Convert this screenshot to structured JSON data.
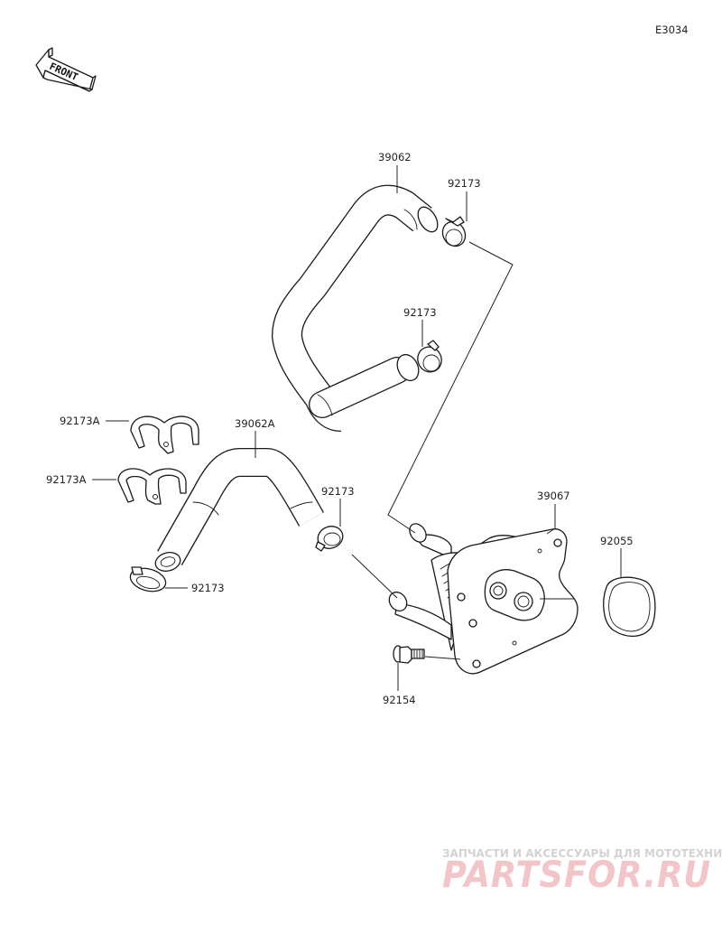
{
  "diagram_code": "E3034",
  "front_arrow_text": "FRONT",
  "parts": {
    "hose_upper": "39062",
    "clamp_upper_1": "92173",
    "clamp_upper_2": "92173",
    "hose_lower": "39062A",
    "clamp_lower_right": "92173",
    "clamp_lower_left": "92173",
    "holder_top": "92173A",
    "holder_bottom": "92173A",
    "oil_cooler": "39067",
    "o_ring": "92055",
    "bolt": "92154"
  },
  "watermark": {
    "tagline": "ЗАПЧАСТИ И АКСЕССУАРЫ ДЛЯ МОТОТЕХНИКИ",
    "logo": "PARTSFOR.RU"
  },
  "colors": {
    "line": "#1a1a1a",
    "watermark_text": "#d3d3d3",
    "watermark_logo": "#f2c5c8"
  }
}
